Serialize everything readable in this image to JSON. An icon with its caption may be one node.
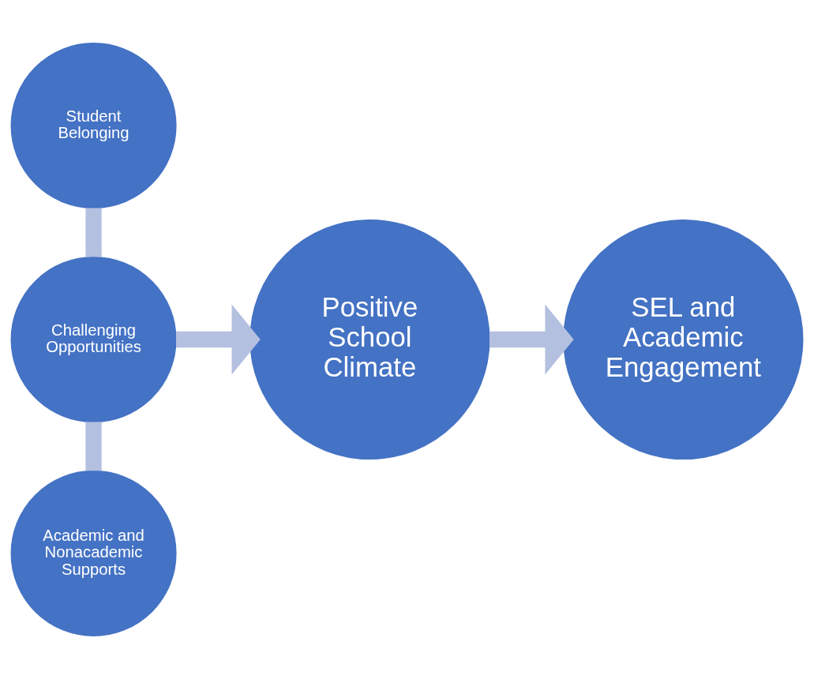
{
  "diagram": {
    "nodes": [
      {
        "text": [
          "Student Belonging"
        ]
      },
      {
        "text": [
          "Challenging Opportunities"
        ]
      },
      {
        "text": [
          "Academic and Nonacademic Supports"
        ]
      },
      {
        "text": [
          "Positive School Climate"
        ]
      },
      {
        "text": [
          "SEL and Academic Engagement"
        ]
      }
    ],
    "edges": [
      {
        "from": 0,
        "to": 1,
        "arrow": "none"
      },
      {
        "from": 1,
        "to": 2,
        "arrow": "none"
      },
      {
        "from": 1,
        "to": 3,
        "arrow": "to"
      },
      {
        "from": 3,
        "to": 4,
        "arrow": "to"
      }
    ]
  }
}
